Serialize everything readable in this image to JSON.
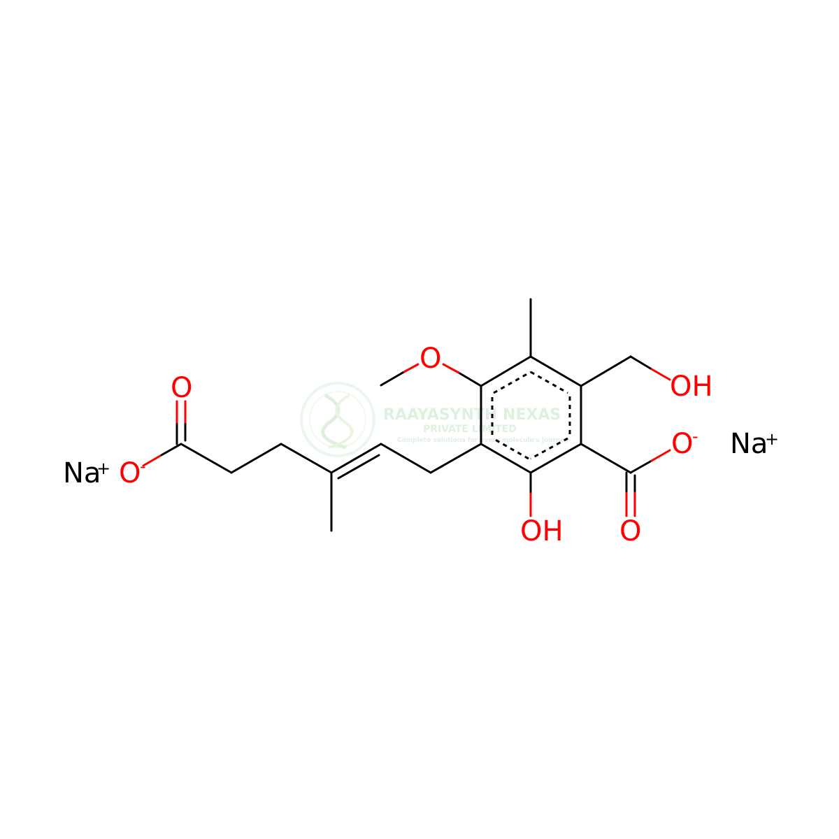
{
  "colors": {
    "bond": "#000000",
    "oxygen": "#ff0000",
    "sodium": "#000000",
    "watermark": "#c8e6c9"
  },
  "atoms": {
    "o_methoxy": "O",
    "oh_hydroxymethyl": "OH",
    "o_carboxylate_right": "O",
    "charge_right_o": "-",
    "na_right": "Na",
    "charge_na_right": "+",
    "o_carbonyl_right": "O",
    "oh_phenol": "OH",
    "o_carbonyl_left": "O",
    "o_carboxylate_left": "O",
    "charge_left_o": "-",
    "na_left": "Na",
    "charge_na_left": "+"
  },
  "watermark": {
    "logo": "RAAYASYNTH NEXAS",
    "sub": "PRIVATE LIMITED",
    "tagline": "Complete solutions for every molecule's journey"
  }
}
